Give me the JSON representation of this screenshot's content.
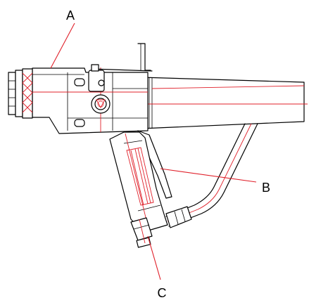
{
  "callouts": {
    "a": "A",
    "b": "B",
    "c": "C"
  },
  "colors": {
    "outline": "#000000",
    "centerline": "#e0202a",
    "background": "#ffffff"
  }
}
